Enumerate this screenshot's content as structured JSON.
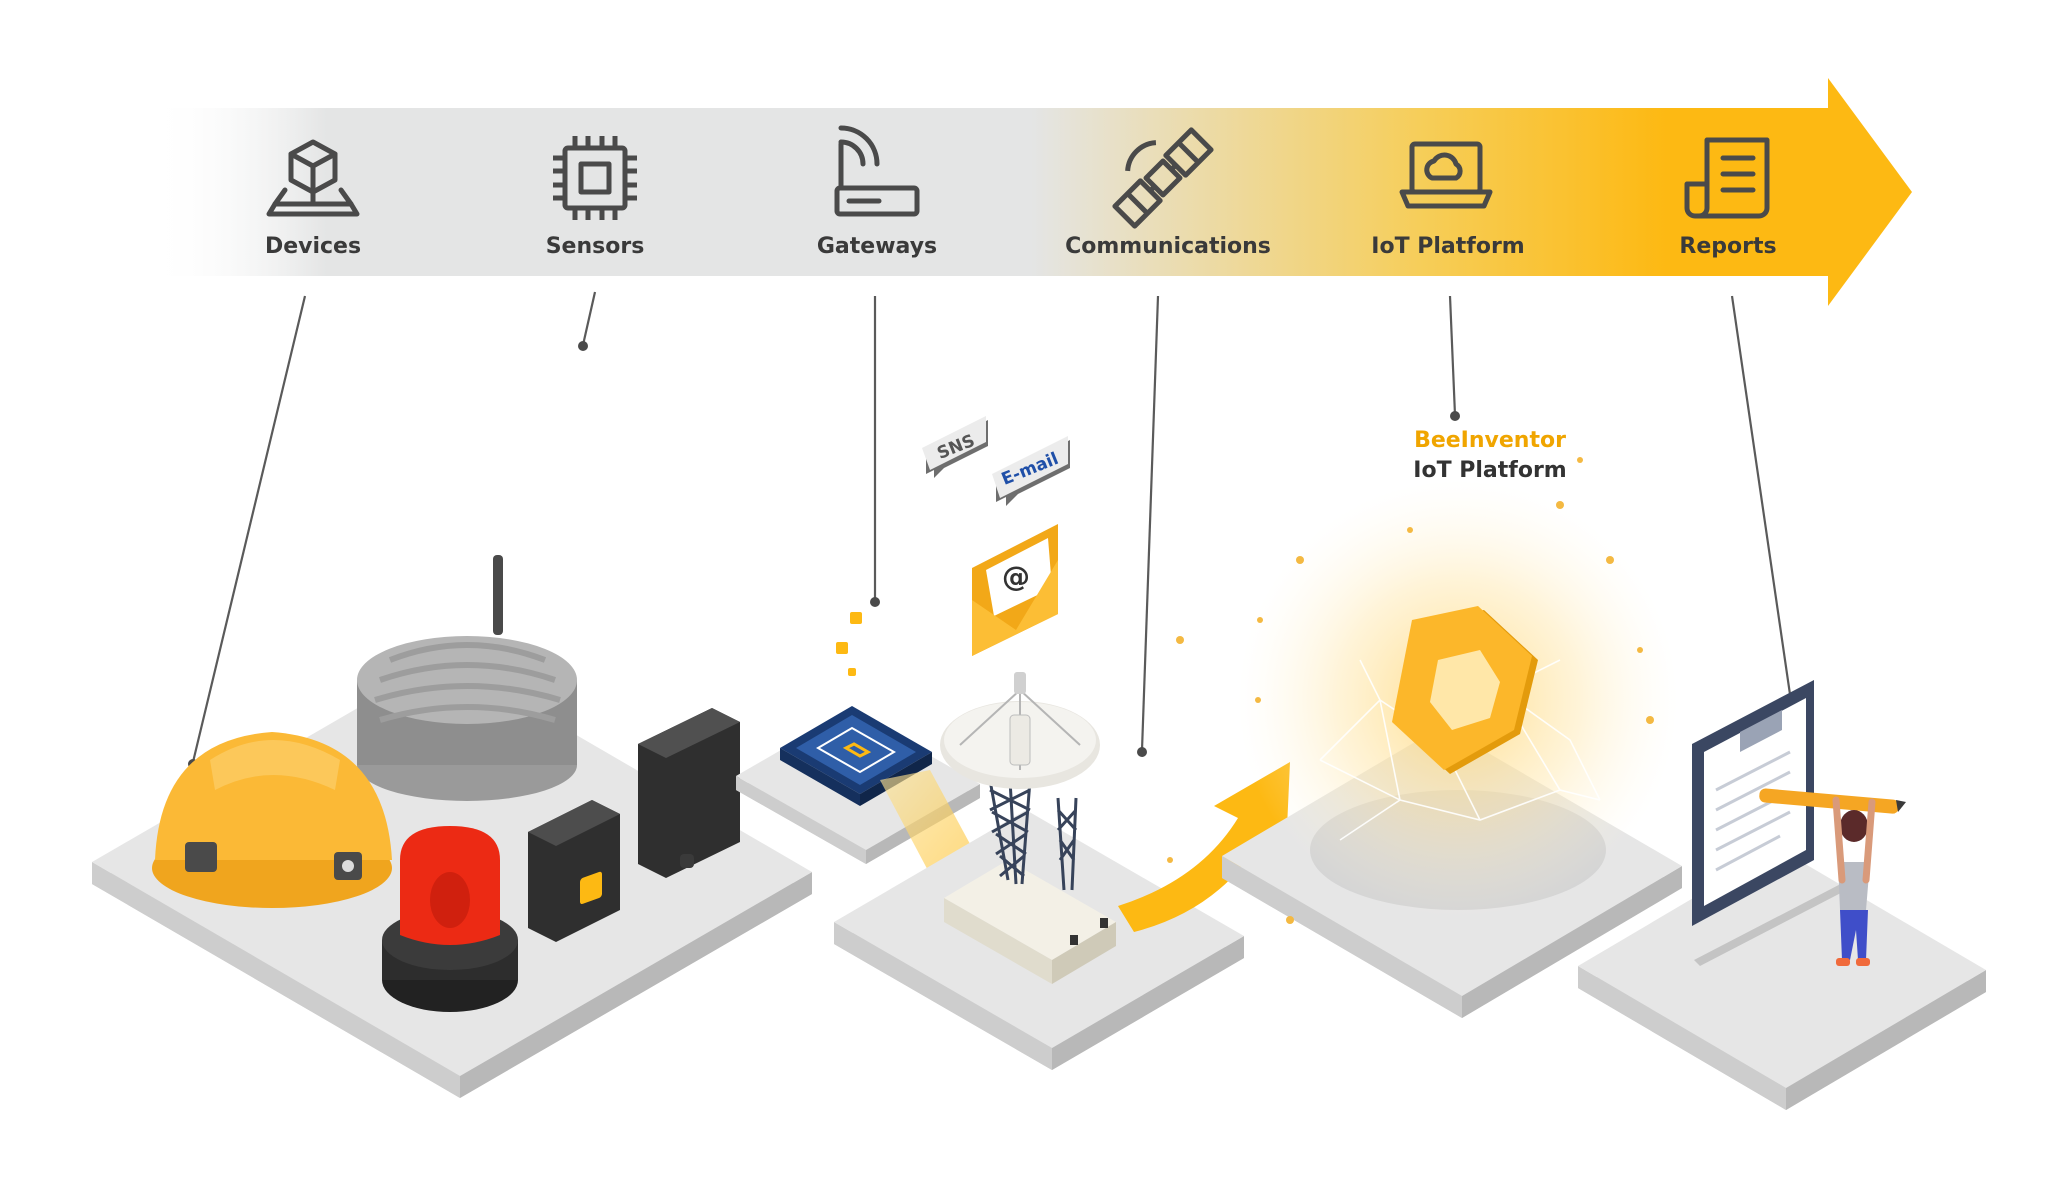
{
  "flow": {
    "steps": [
      {
        "label": "Devices",
        "icon": "cube-stand-icon"
      },
      {
        "label": "Sensors",
        "icon": "chip-icon"
      },
      {
        "label": "Gateways",
        "icon": "router-icon"
      },
      {
        "label": "Communications",
        "icon": "satellite-icon"
      },
      {
        "label": "IoT Platform",
        "icon": "laptop-cloud-icon"
      },
      {
        "label": "Reports",
        "icon": "document-icon"
      }
    ]
  },
  "scene": {
    "bubble_sns": "SNS",
    "bubble_email": "E-mail",
    "email_symbol": "@",
    "platform_brand": "BeeInventor",
    "platform_name": "IoT Platform"
  },
  "colors": {
    "accent": "#FDB913",
    "accent_dark": "#E89E0C",
    "icon_stroke": "#4a4a4a",
    "label_text": "#3a3a3a",
    "platform_grey": "#e6e6e6"
  }
}
